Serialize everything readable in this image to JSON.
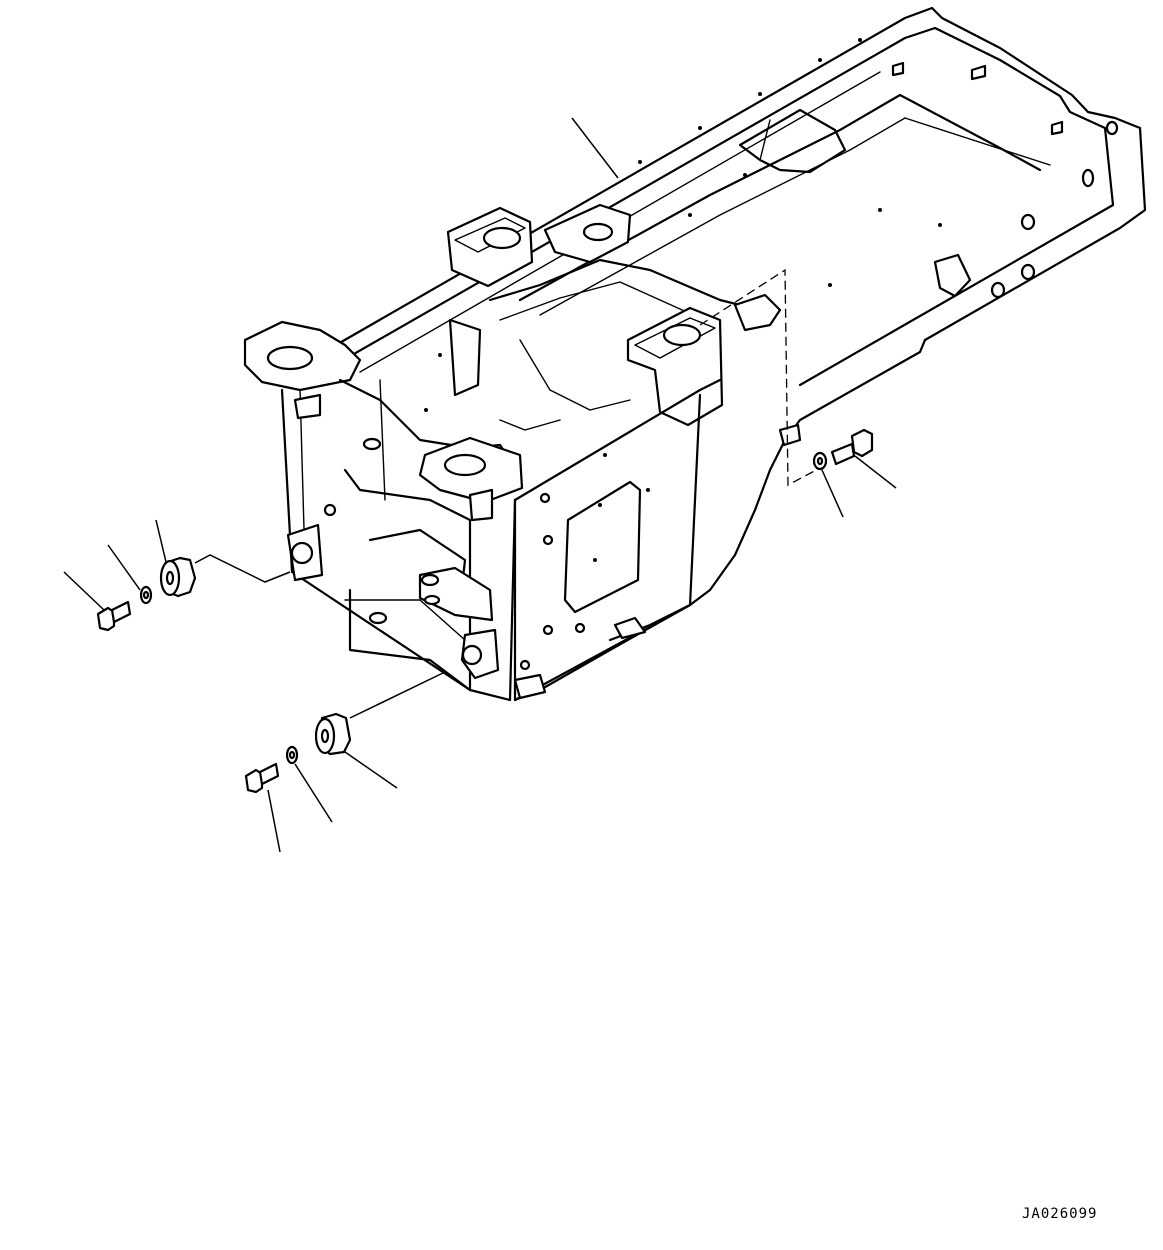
{
  "drawing": {
    "reference_code": "JA026099",
    "background_color": "#ffffff",
    "line_color": "#000000",
    "parts": [
      {
        "name": "main-frame"
      },
      {
        "name": "mount-cushion-left"
      },
      {
        "name": "mount-washer-left"
      },
      {
        "name": "mount-bolt-left"
      },
      {
        "name": "mount-cushion-lower"
      },
      {
        "name": "mount-washer-lower"
      },
      {
        "name": "mount-bolt-lower"
      },
      {
        "name": "washer-right"
      },
      {
        "name": "bolt-right"
      }
    ]
  }
}
